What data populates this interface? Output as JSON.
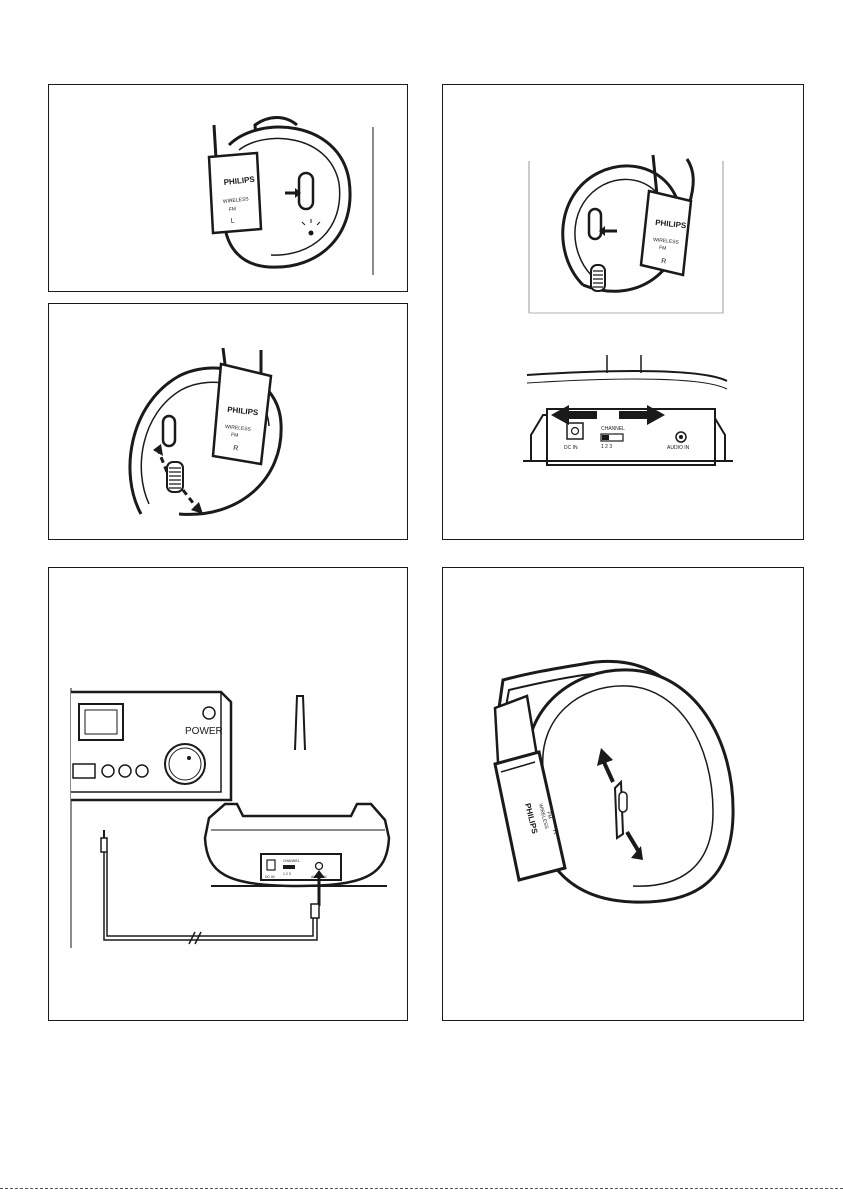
{
  "illustrations": {
    "p1": {
      "brand": "PHILIPS",
      "line1": "WIRELESS",
      "line2": "FM",
      "side": "L"
    },
    "p2": {
      "brand": "PHILIPS",
      "line1": "WIRELESS",
      "line2": "FM",
      "side": "R"
    },
    "p3": {
      "brand": "PHILIPS",
      "line1": "WIRELESS",
      "line2": "FM",
      "side": "R",
      "dc_in": "DC IN",
      "channel": "CHANNEL",
      "ch_nums": "1  2  3",
      "audio_in": "AUDIO IN"
    },
    "p4": {
      "power": "POWER",
      "dc_in": "DC IN",
      "channel": "CHANNEL",
      "ch_nums": "1  2  3",
      "audio_in": "AUDIO IN"
    },
    "p5": {
      "brand": "PHILIPS",
      "line1": "WIRELESS",
      "line2": "FM",
      "side": "R"
    }
  },
  "colors": {
    "line": "#1a1a1a",
    "fill": "#ffffff",
    "shade": "#e6e6e6"
  }
}
